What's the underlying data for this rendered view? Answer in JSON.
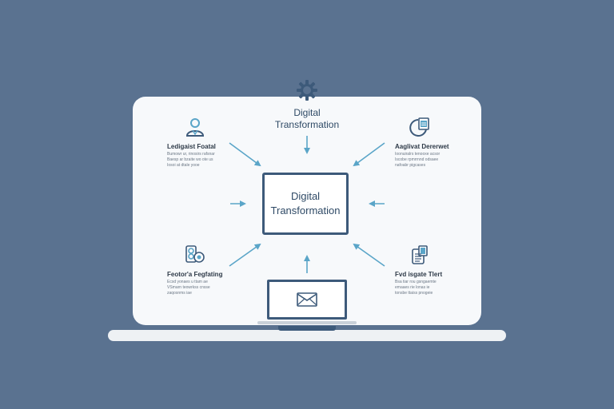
{
  "diagram": {
    "top_title": [
      "Digital",
      "Transformation"
    ],
    "center_title": [
      "Digital",
      "Transformation"
    ],
    "nodes": {
      "top_left": {
        "label": "Ledigaist Foatal",
        "desc": "Bumowr ur, rinosirs rafsnar\nBaesp ar bzaite wo ote us\nIosoi at dtale yooe"
      },
      "top_right": {
        "label": "Aaglivat Dererwet",
        "desc": "Ioonuiralrs tenooxe acsor\nIscobe rpmrrnnd odsaee\nnafoabr pigcases"
      },
      "bottom_left": {
        "label": "Feotor'a Fegfating",
        "desc": "Ecsd yonaes u ttam ae\nVSmarn teowrkss cnsse\nzaqosnms iae"
      },
      "bottom_right": {
        "label": "Fvd isgate Tlert",
        "desc": "Bsa tiar rou gsngaemte\nemaaes rie lonas ie\ntonsbe ttaiss pnogeie"
      }
    },
    "icons": {
      "top": "gear-icon",
      "top_left": "person-icon",
      "top_right": "chart-document-icon",
      "bottom_left": "gears-phone-icon",
      "bottom_right": "tablet-checklist-icon",
      "bottom": "envelope-icon"
    },
    "colors": {
      "background": "#5a7290",
      "board": "#f7f9fb",
      "accent_blue": "#5aa5c8",
      "box_border": "#3d5a7a",
      "text_dark": "#2f4a66"
    }
  }
}
